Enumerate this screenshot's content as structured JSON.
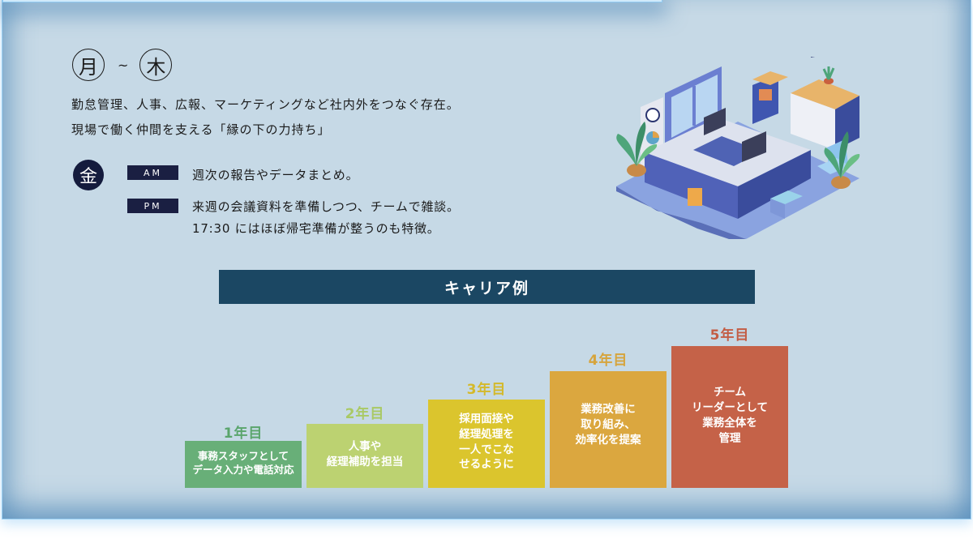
{
  "schedule": {
    "weekday_start": "月",
    "weekday_sep": "~",
    "weekday_end": "木",
    "weekday_desc_line1": "勤怠管理、人事、広報、マーケティングなど社内外をつなぐ存在。",
    "weekday_desc_line2": "現場で働く仲間を支える「縁の下の力持ち」",
    "friday_label": "金",
    "am_tag": "AM",
    "am_text": "週次の報告やデータまとめ。",
    "pm_tag": "PM",
    "pm_text_line1": "来週の会議資料を準備しつつ、チームで雑談。",
    "pm_text_line2": "17:30 にはほぼ帰宅準備が整うのも特徴。"
  },
  "illustration": {
    "name": "isometric-office-illustration"
  },
  "career": {
    "title": "キャリア例",
    "steps": [
      {
        "year": "1年目",
        "text": "事務スタッフとして\nデータ入力や電話対応",
        "color": "#68af78",
        "label_color": "#5aa56c"
      },
      {
        "year": "2年目",
        "text": "人事や\n経理補助を担当",
        "color": "#bcd271",
        "label_color": "#a9c964"
      },
      {
        "year": "3年目",
        "text": "採用面接や\n経理処理を\n一人でこな\nせるように",
        "color": "#dbc52d",
        "label_color": "#d4b92a"
      },
      {
        "year": "4年目",
        "text": "業務改善に\n取り組み、\n効率化を提案",
        "color": "#dba73f",
        "label_color": "#d6a43c"
      },
      {
        "year": "5年目",
        "text": "チーム\nリーダーとして\n業務全体を\n管理",
        "color": "#c56248",
        "label_color": "#c35d45"
      }
    ]
  }
}
